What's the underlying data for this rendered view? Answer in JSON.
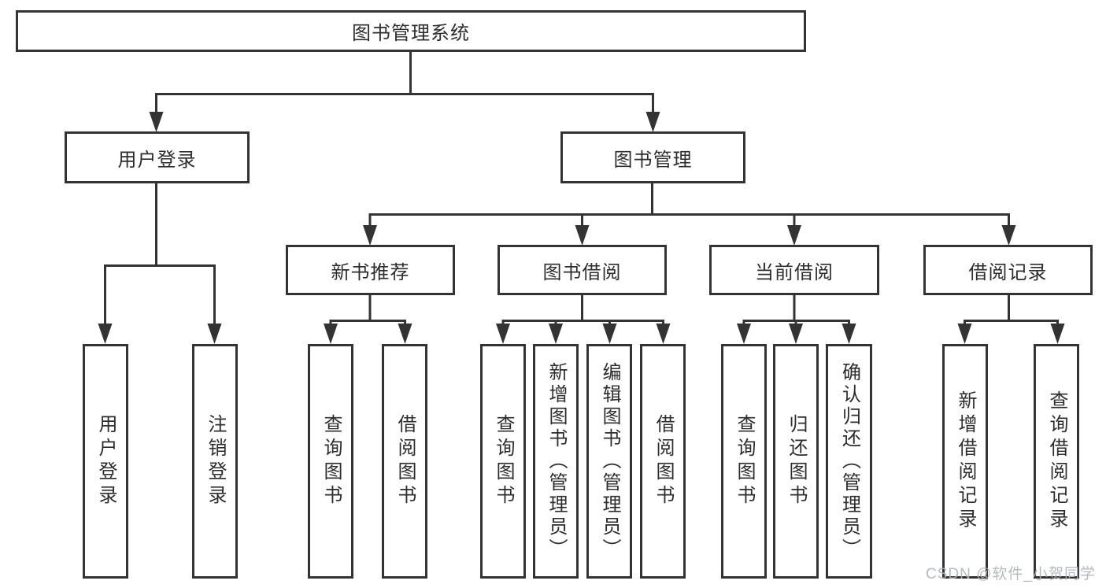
{
  "tree": {
    "root": {
      "label": "图书管理系统",
      "children": [
        {
          "label": "用户登录",
          "children": [
            {
              "label": "用户登录"
            },
            {
              "label": "注销登录"
            }
          ]
        },
        {
          "label": "图书管理",
          "children": [
            {
              "label": "新书推荐",
              "children": [
                {
                  "label": "查询图书"
                },
                {
                  "label": "借阅图书"
                }
              ]
            },
            {
              "label": "图书借阅",
              "children": [
                {
                  "label": "查询图书"
                },
                {
                  "label": "新增图书（管理员）"
                },
                {
                  "label": "编辑图书（管理员）"
                },
                {
                  "label": "借阅图书"
                }
              ]
            },
            {
              "label": "当前借阅",
              "children": [
                {
                  "label": "查询图书"
                },
                {
                  "label": "归还图书"
                },
                {
                  "label": "确认归还（管理员）"
                }
              ]
            },
            {
              "label": "借阅记录",
              "children": [
                {
                  "label": "新增借阅记录"
                },
                {
                  "label": "查询借阅记录"
                }
              ]
            }
          ]
        }
      ]
    }
  },
  "watermark": {
    "text": "CSDN @软件_小贺同学"
  },
  "colors": {
    "line": "#333333",
    "text": "#2d2d2d",
    "watermark": "#aeb3b9",
    "background": "#ffffff"
  }
}
